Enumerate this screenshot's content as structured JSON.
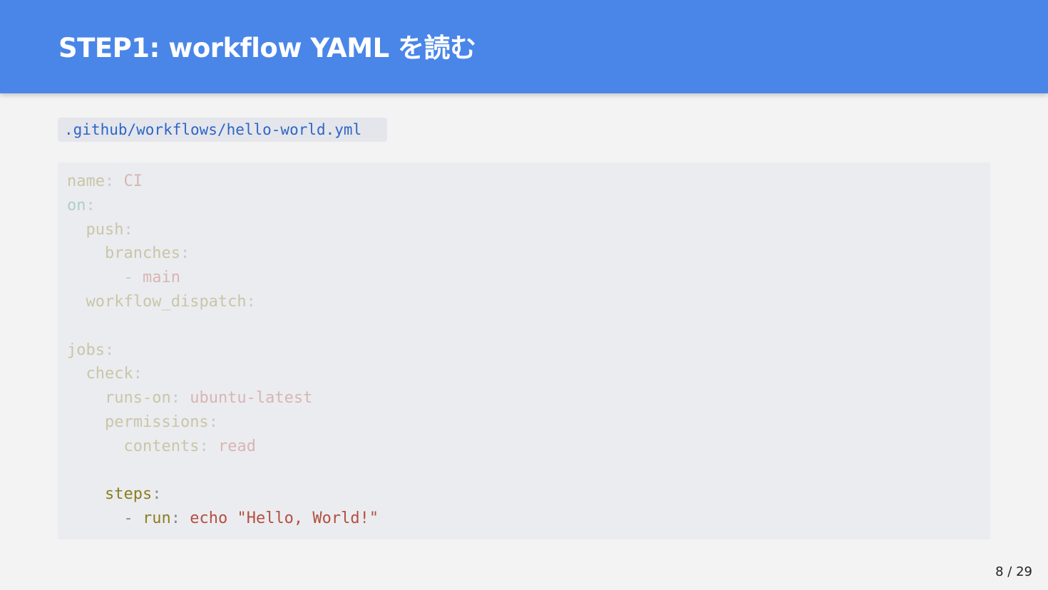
{
  "slide": {
    "title": "STEP1: workflow YAML を読む",
    "file_path": ".github/workflows/hello-world.yml",
    "page_current": "8",
    "page_total": "29",
    "page_separator": " / "
  },
  "code": {
    "line1": {
      "key": "name",
      "colon": ":",
      "value": "CI"
    },
    "line2": {
      "key": "on",
      "colon": ":"
    },
    "line3": {
      "indent": "  ",
      "key": "push",
      "colon": ":"
    },
    "line4": {
      "indent": "    ",
      "key": "branches",
      "colon": ":"
    },
    "line5": {
      "indent": "      ",
      "dash": "- ",
      "value": "main"
    },
    "line6": {
      "indent": "  ",
      "key": "workflow_dispatch",
      "colon": ":"
    },
    "line8": {
      "key": "jobs",
      "colon": ":"
    },
    "line9": {
      "indent": "  ",
      "key": "check",
      "colon": ":"
    },
    "line10": {
      "indent": "    ",
      "key": "runs-on",
      "colon": ": ",
      "value": "ubuntu-latest"
    },
    "line11": {
      "indent": "    ",
      "key": "permissions",
      "colon": ":"
    },
    "line12": {
      "indent": "      ",
      "key": "contents",
      "colon": ": ",
      "value": "read"
    },
    "line14": {
      "indent": "    ",
      "key": "steps",
      "colon": ":"
    },
    "line15": {
      "indent": "      ",
      "dash": "- ",
      "key": "run",
      "colon": ": ",
      "value": "echo \"Hello, World!\""
    }
  },
  "colors": {
    "header_bg": "#4a86e8",
    "background": "#f3f3f3",
    "code_bg": "#ebecf0",
    "path_color": "#2f66c4",
    "yaml_key": "#8c7e1f",
    "yaml_value": "#b3503f"
  }
}
